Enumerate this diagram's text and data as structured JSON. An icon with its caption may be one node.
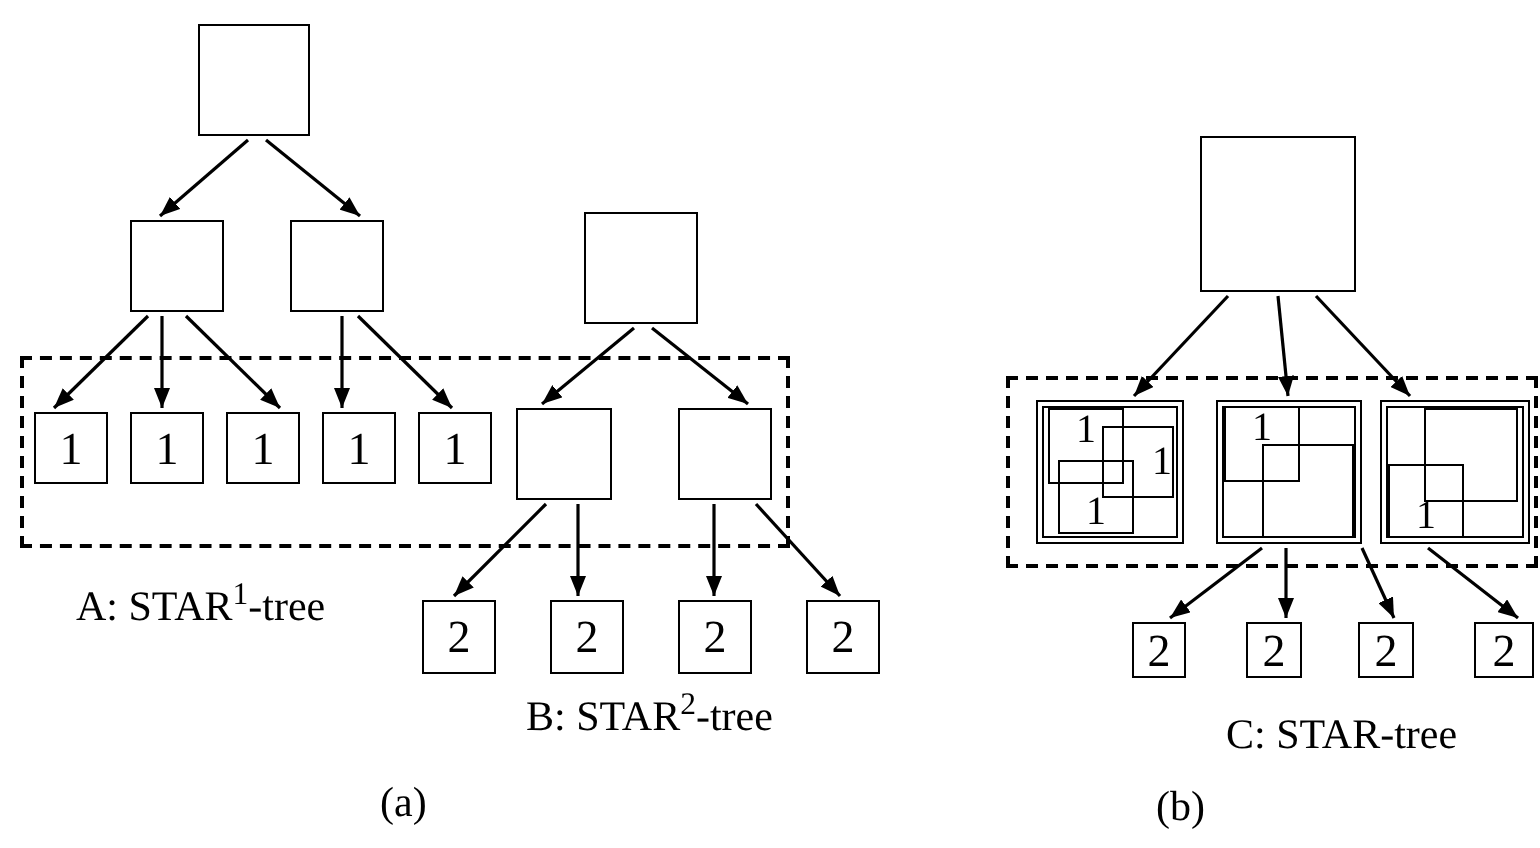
{
  "diagram": {
    "nodes": [
      {
        "text": [],
        "shape": "box"
      },
      {
        "text": [],
        "shape": "box"
      },
      {
        "text": [],
        "shape": "box"
      },
      {
        "text": [],
        "shape": "box"
      },
      {
        "text": [],
        "shape": "box"
      },
      {
        "text": [
          "1"
        ],
        "in": 4
      },
      {
        "text": [
          "1"
        ],
        "in": 4
      },
      {
        "text": [
          "1"
        ],
        "in": 4
      },
      {
        "text": [
          "1"
        ],
        "in": 4
      },
      {
        "text": [
          "1"
        ],
        "in": 4
      },
      {
        "text": [],
        "shape": "box",
        "in": 4
      },
      {
        "text": [],
        "shape": "box",
        "in": 4
      },
      {
        "text": [
          "2"
        ]
      },
      {
        "text": [
          "2"
        ]
      },
      {
        "text": [
          "2"
        ]
      },
      {
        "text": [
          "2"
        ]
      },
      {
        "text": [],
        "shape": "box"
      },
      {
        "text": [],
        "shape": "box"
      },
      {
        "text": [],
        "shape": "box",
        "in": 17
      },
      {
        "text": [
          "1"
        ],
        "in": 18
      },
      {
        "text": [
          "1"
        ],
        "in": 18
      },
      {
        "text": [
          "1"
        ],
        "in": 18
      },
      {
        "text": [],
        "shape": "box",
        "in": 17
      },
      {
        "text": [
          "1"
        ],
        "in": 22
      },
      {
        "text": [],
        "shape": "box",
        "in": 22
      },
      {
        "text": [],
        "shape": "box",
        "in": 17
      },
      {
        "text": [],
        "shape": "box",
        "in": 25
      },
      {
        "text": [
          "1"
        ],
        "in": 25
      },
      {
        "text": [
          "2"
        ]
      },
      {
        "text": [
          "2"
        ]
      },
      {
        "text": [
          "2"
        ]
      },
      {
        "text": [
          "2"
        ]
      }
    ],
    "edges": [
      {
        "from": 0,
        "to": 1,
        "arrow": "to"
      },
      {
        "from": 0,
        "to": 2,
        "arrow": "to"
      },
      {
        "from": 1,
        "to": 5,
        "arrow": "to"
      },
      {
        "from": 1,
        "to": 6,
        "arrow": "to"
      },
      {
        "from": 1,
        "to": 7,
        "arrow": "to"
      },
      {
        "from": 2,
        "to": 8,
        "arrow": "to"
      },
      {
        "from": 2,
        "to": 9,
        "arrow": "to"
      },
      {
        "from": 3,
        "to": 10,
        "arrow": "to"
      },
      {
        "from": 3,
        "to": 11,
        "arrow": "to"
      },
      {
        "from": 10,
        "to": 12,
        "arrow": "to"
      },
      {
        "from": 10,
        "to": 13,
        "arrow": "to"
      },
      {
        "from": 11,
        "to": 14,
        "arrow": "to"
      },
      {
        "from": 11,
        "to": 15,
        "arrow": "to"
      },
      {
        "from": 16,
        "to": 18,
        "arrow": "to"
      },
      {
        "from": 16,
        "to": 22,
        "arrow": "to"
      },
      {
        "from": 16,
        "to": 25,
        "arrow": "to"
      },
      {
        "from": 22,
        "to": 28,
        "arrow": "to"
      },
      {
        "from": 22,
        "to": 29,
        "arrow": "to"
      },
      {
        "from": 22,
        "to": 30,
        "arrow": "to"
      },
      {
        "from": 25,
        "to": 31,
        "arrow": "to"
      }
    ],
    "labels": [
      "A: STAR$^{1}$-tree",
      "B: STAR$^{2}$-tree",
      "C: STAR-tree",
      "(a)",
      "(b)"
    ]
  }
}
